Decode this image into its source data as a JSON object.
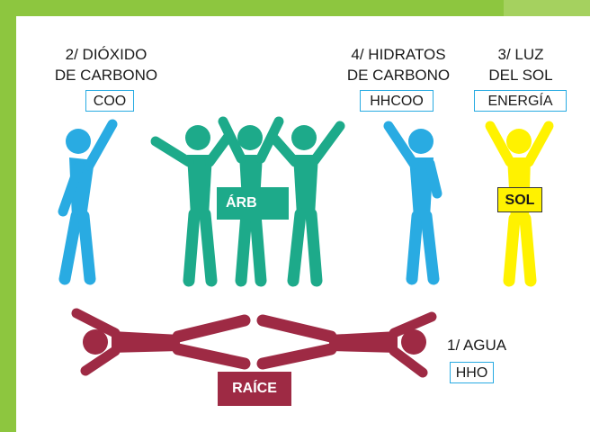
{
  "colors": {
    "blue": "#29abe2",
    "green": "#1daa8a",
    "yellow": "#fff200",
    "maroon": "#9e2a44",
    "frame": "#8dc63f"
  },
  "labels": {
    "co2_title_line1": "2/ DIÓXIDO",
    "co2_title_line2": "DE CARBONO",
    "co2_formula": "COO",
    "carb_title_line1": "4/ HIDRATOS",
    "carb_title_line2": "DE CARBONO",
    "carb_formula": "HHCOO",
    "sun_title_line1": "3/ LUZ",
    "sun_title_line2": "DEL SOL",
    "sun_box": "ENERGÍA",
    "water_title": "1/ AGUA",
    "water_formula": "HHO"
  },
  "tags": {
    "tree": "ÁRB",
    "sun": "SOL",
    "roots": "RAÍCE"
  }
}
